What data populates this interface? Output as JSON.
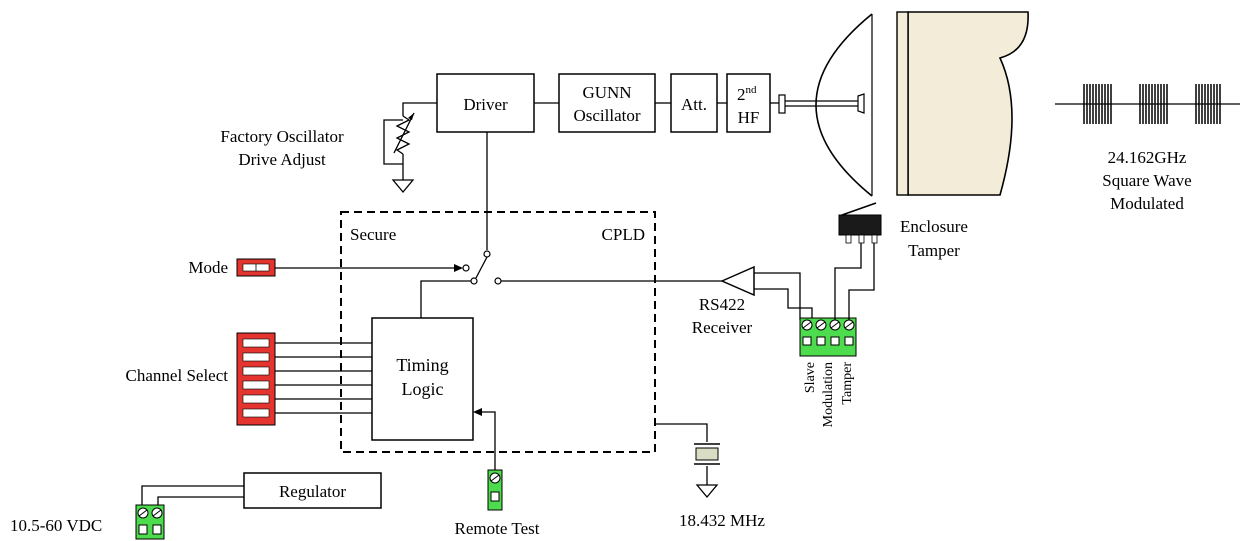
{
  "blocks": {
    "driver": "Driver",
    "gunn_line1": "GUNN",
    "gunn_line2": "Oscillator",
    "attenuator": "Att.",
    "hf_base": "2",
    "hf_sup": "nd",
    "hf_line2": "HF",
    "timing_line1": "Timing",
    "timing_line2": "Logic",
    "regulator": "Regulator"
  },
  "cpld": {
    "left_label": "Secure",
    "right_label": "CPLD"
  },
  "labels": {
    "factory_line1": "Factory Oscillator",
    "factory_line2": "Drive Adjust",
    "mode": "Mode",
    "channel_select": "Channel Select",
    "power": "10.5-60 VDC",
    "remote_test": "Remote Test",
    "crystal": "18.432 MHz",
    "receiver_line1": "RS422",
    "receiver_line2": "Receiver",
    "enclosure_line1": "Enclosure",
    "enclosure_line2": "Tamper",
    "terminal_slave": "Slave",
    "terminal_modulation": "Modulation",
    "terminal_tamper": "Tamper",
    "signal_line1": "24.162GHz",
    "signal_line2": "Square Wave",
    "signal_line3": "Modulated"
  },
  "colors": {
    "dip_switch": "#e3342f",
    "terminal_block": "#4ddc4d",
    "horn": "#f3ecd8",
    "tamper_switch": "#1a1a1a"
  }
}
